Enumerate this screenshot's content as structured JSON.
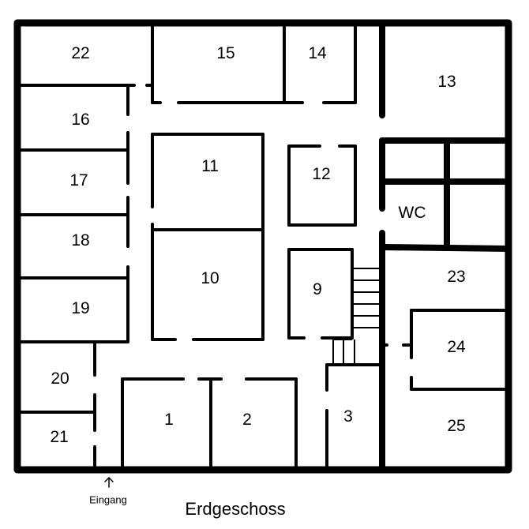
{
  "floor_title": "Erdgeschoss",
  "entrance_label": "Eingang",
  "rooms": {
    "r1": "1",
    "r2": "2",
    "r3": "3",
    "r9": "9",
    "r10": "10",
    "r11": "11",
    "r12": "12",
    "r13": "13",
    "r14": "14",
    "r15": "15",
    "r16": "16",
    "r17": "17",
    "r18": "18",
    "r19": "19",
    "r20": "20",
    "r21": "21",
    "r22": "22",
    "r23": "23",
    "r24": "24",
    "r25": "25",
    "wc": "WC"
  },
  "colors": {
    "wall": "#000000",
    "background": "#ffffff"
  }
}
